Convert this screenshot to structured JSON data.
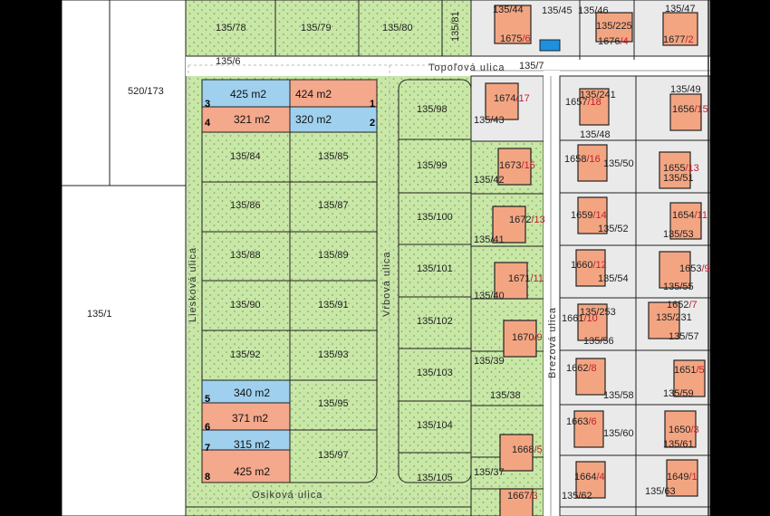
{
  "colors": {
    "green": "#c9e7a7",
    "dot": "#6e9a56",
    "salmon": "#f4a88c",
    "blue": "#9fd0ee",
    "gray": "#e9e9e9",
    "house": "#f3a582",
    "pool": "#1e90e0"
  },
  "parcels": {
    "top_135_78": "135/78",
    "top_135_79": "135/79",
    "top_135_80": "135/80",
    "top_135_81": "135/81",
    "p135_6": "135/6",
    "p520_173": "520/173",
    "p135_1": "135/1",
    "c1": [
      "135/84",
      "135/86",
      "135/88",
      "135/90",
      "135/92"
    ],
    "c2": [
      "135/85",
      "135/87",
      "135/89",
      "135/91",
      "135/93",
      "135/95",
      "135/97"
    ],
    "c3": [
      "135/98",
      "135/99",
      "135/100",
      "135/101",
      "135/102",
      "135/103",
      "135/104",
      "135/105"
    ],
    "c4": [
      "135/43",
      "135/42",
      "135/41",
      "135/40",
      "135/39",
      "135/38",
      "135/37"
    ],
    "house_c4": [
      "1674",
      "1673",
      "1672",
      "1671",
      "1670",
      "1668",
      "1667"
    ],
    "hn_c4": [
      "17",
      "15",
      "13",
      "11",
      "9",
      "5",
      "3"
    ],
    "c5a": [
      "135/241",
      "135/48",
      "135/50",
      "135/52",
      "135/54",
      "135/253",
      "135/56",
      "135/58",
      "135/60",
      "135/62"
    ],
    "house_c5": [
      "1657",
      "1658",
      "1659",
      "1660",
      "1661",
      "1662",
      "1663",
      "1664"
    ],
    "hn_c5": [
      "18",
      "16",
      "14",
      "12",
      "10",
      "8",
      "6",
      "4"
    ],
    "c6a": [
      "135/49",
      "135/51",
      "135/53",
      "135/55",
      "135/57",
      "135/59",
      "135/61",
      "135/63"
    ],
    "house_c6": [
      "1656",
      "1655",
      "1654",
      "1653",
      "1652",
      "1651",
      "1650",
      "1649"
    ],
    "hn_c6": [
      "15",
      "13",
      "11",
      "9",
      "7",
      "5",
      "3",
      "1"
    ],
    "p135_231": "135/231",
    "top_right": [
      "135/44",
      "135/45",
      "135/46",
      "135/225",
      "135/47",
      "135/7"
    ],
    "top_houses": [
      "1675",
      "1676",
      "1677"
    ],
    "top_hn": [
      "6",
      "4",
      "2"
    ]
  },
  "lots": [
    {
      "num": "1",
      "area": "424 m2"
    },
    {
      "num": "2",
      "area": "320 m2"
    },
    {
      "num": "3",
      "area": "425 m2"
    },
    {
      "num": "4",
      "area": "321 m2"
    },
    {
      "num": "5",
      "area": "340 m2"
    },
    {
      "num": "6",
      "area": "371 m2"
    },
    {
      "num": "7",
      "area": "315 m2"
    },
    {
      "num": "8",
      "area": "425 m2"
    }
  ],
  "streets": {
    "topolova": "Topoľová ulica",
    "lieskova": "Liesková ulica",
    "vrbova": "Vŕbová ulica",
    "brezova": "Brezová ulica",
    "osikova": "Osiková ulica"
  }
}
